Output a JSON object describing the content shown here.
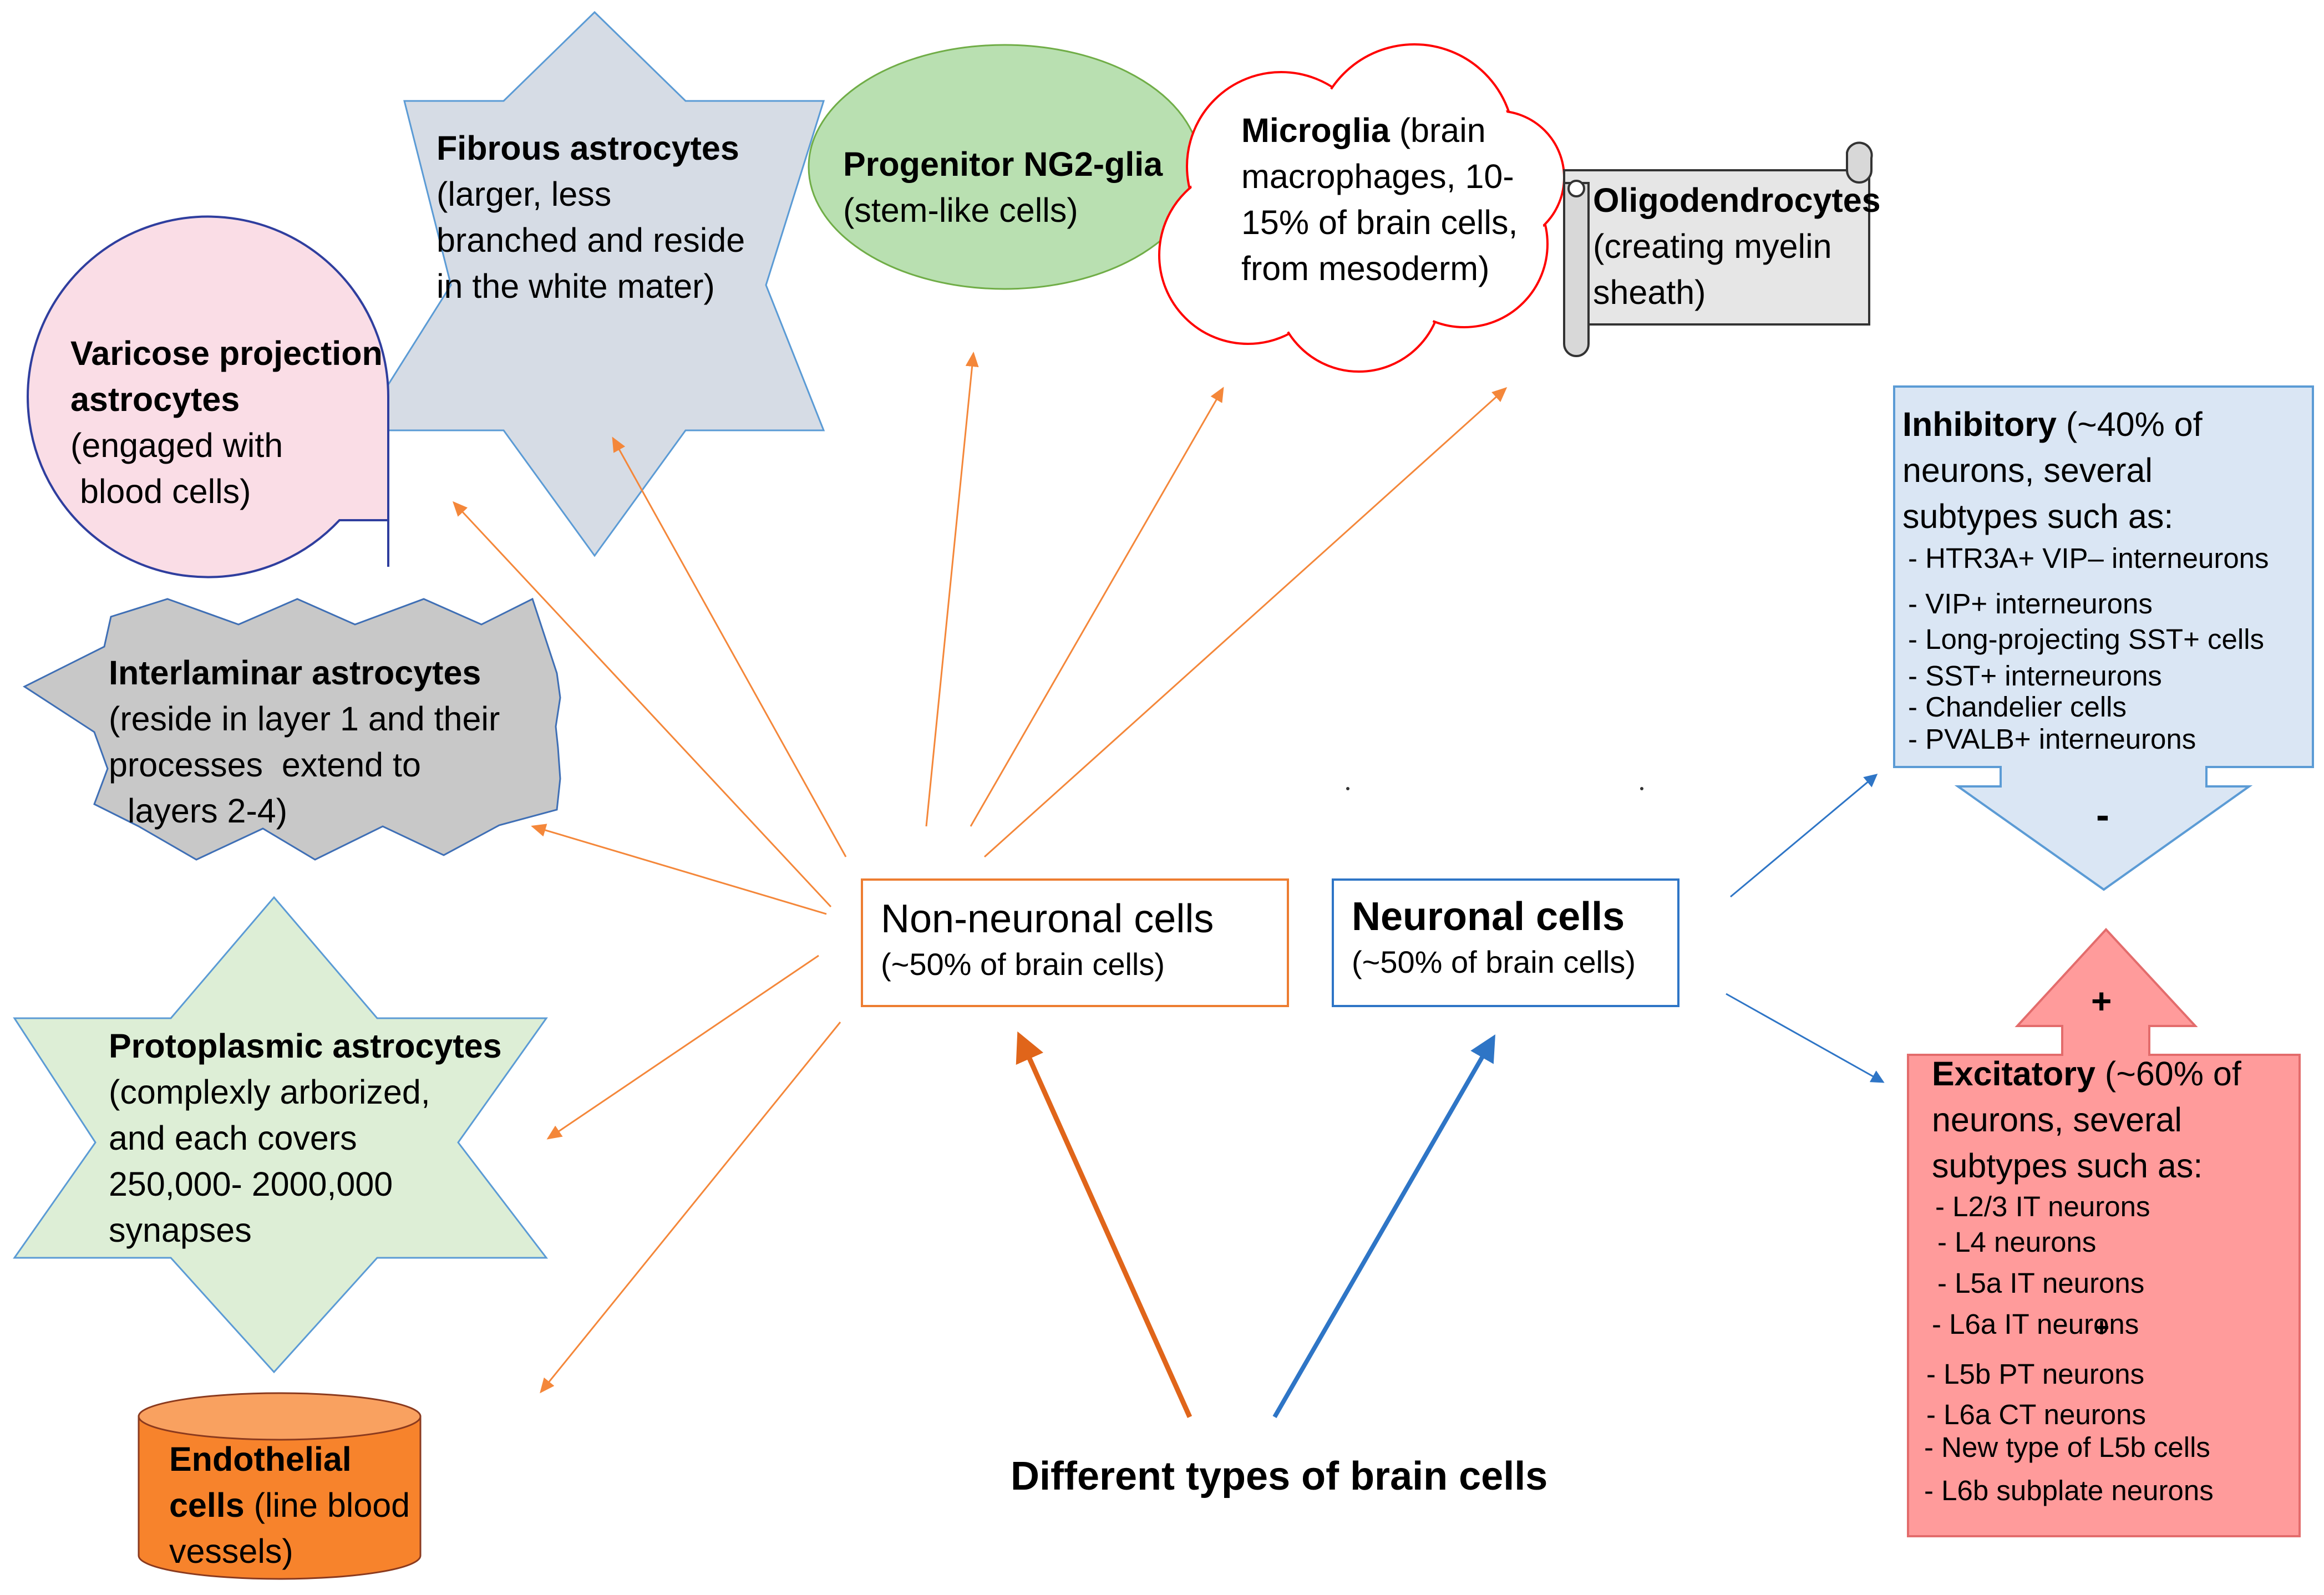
{
  "title": "Different types of brain cells",
  "non_neuronal": {
    "title": "Non-neuronal cells",
    "subtitle": "(~50% of brain cells)"
  },
  "neuronal": {
    "title": "Neuronal cells",
    "subtitle": "(~50% of brain cells)"
  },
  "fibrous": {
    "bold": "Fibrous astrocytes",
    "lines": [
      "(larger, less",
      "branched and reside",
      "in the white mater)"
    ]
  },
  "progenitor": {
    "bold": "Progenitor NG2-glia",
    "lines": [
      "(stem-like cells)"
    ]
  },
  "microglia": {
    "bold": "Microglia",
    "first_rest": " (brain",
    "lines": [
      "macrophages, 10-",
      "15% of brain cells,",
      "from mesoderm)"
    ]
  },
  "oligodendrocytes": {
    "bold": "Oligodendrocytes",
    "lines": [
      "(creating myelin",
      "sheath)"
    ]
  },
  "varicose": {
    "bold_lines": [
      "Varicose projection",
      "astrocytes"
    ],
    "lines": [
      "(engaged with",
      " blood cells)"
    ]
  },
  "interlaminar": {
    "bold": "Interlaminar astrocytes",
    "lines": [
      "(reside in layer 1 and their",
      "processes  extend to",
      "  layers 2-4)"
    ]
  },
  "protoplasmic": {
    "bold": "Protoplasmic astrocytes",
    "lines": [
      "(complexly arborized,",
      "and each covers",
      "250,000- 2000,000",
      "synapses"
    ]
  },
  "endothelial": {
    "bold_lines": [
      "Endothelial",
      "cells"
    ],
    "rest": " (line blood",
    "lines": [
      "vessels)"
    ]
  },
  "inhibitory": {
    "bold": "Inhibitory",
    "first_rest": " (~40% of",
    "lines": [
      "neurons, several",
      "subtypes such as:"
    ],
    "items": [
      "- HTR3A+ VIP– interneurons",
      "- VIP+ interneurons",
      "- Long-projecting SST+ cells",
      "- SST+ interneurons",
      "- Chandelier cells",
      "- PVALB+ interneurons"
    ],
    "sign": "-"
  },
  "excitatory": {
    "bold": "Excitatory",
    "first_rest": " (~60% of",
    "lines": [
      "neurons, several",
      "subtypes such as:"
    ],
    "items": [
      "- L2/3 IT neurons",
      "- L4 neurons",
      "- L5a IT neurons",
      "- L6a IT neurons",
      "- L5b PT neurons",
      "- L6a CT neurons",
      "- New type of L5b cells",
      "- L6b subplate neurons"
    ],
    "sign": "+",
    "stray_sign": "+"
  },
  "colors": {
    "orange_arrow": "#F4873A",
    "dark_orange_arrow": "#E0651A",
    "blue_arrow": "#2E75C6",
    "fibrous_fill": "#D6DCE5",
    "progenitor_fill": "#B9E0B1",
    "oligo_fill": "#E6E6E6",
    "varicose_fill": "#FADDE6",
    "interlaminar_fill": "#C8C8C8",
    "protoplasmic_fill": "#DDEED6",
    "endothelial_fill": "#F7832C",
    "inhibitory_fill": "#DAE6F4",
    "excitatory_fill": "#FF9B9B"
  }
}
